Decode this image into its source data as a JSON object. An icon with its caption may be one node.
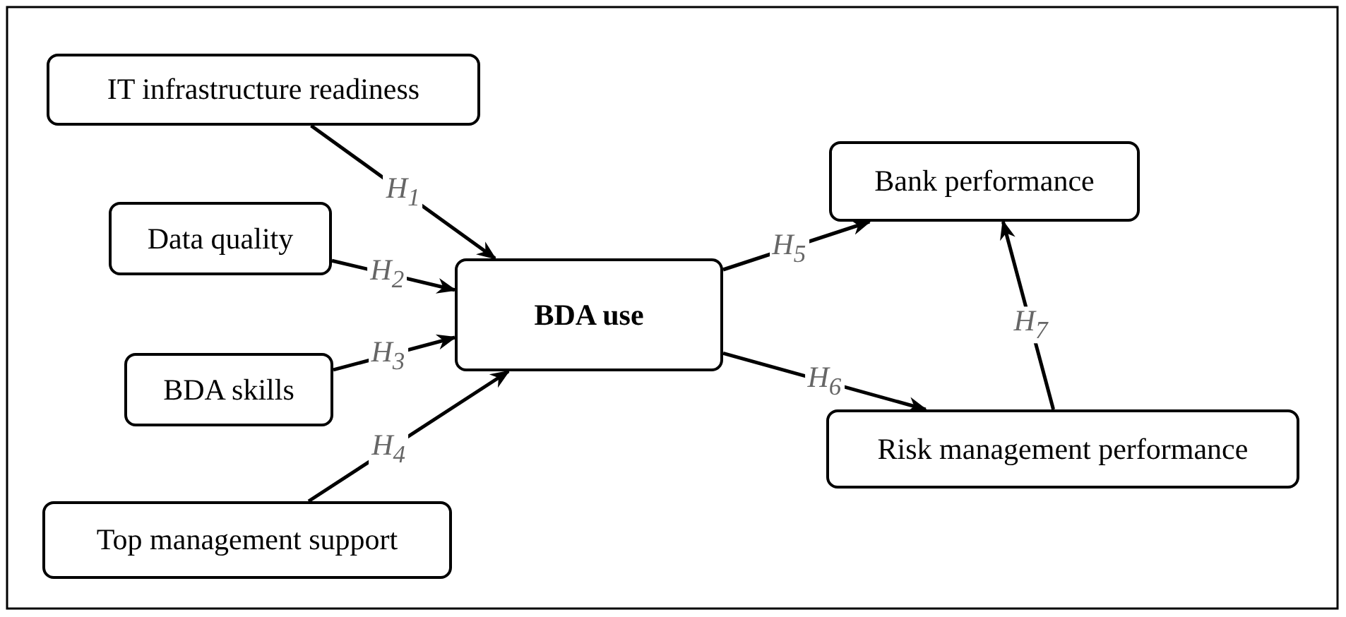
{
  "diagram": {
    "nodes": [
      {
        "text": [
          "IT infrastructure readiness"
        ]
      },
      {
        "text": [
          "Data quality"
        ]
      },
      {
        "text": [
          "BDA skills"
        ]
      },
      {
        "text": [
          "Top management support"
        ]
      },
      {
        "text": [
          "BDA use"
        ]
      },
      {
        "text": [
          "Bank performance"
        ]
      },
      {
        "text": [
          "Risk management performance"
        ]
      }
    ],
    "edges": [
      {
        "from": 0,
        "to": 4,
        "arrow": "to",
        "label": "H$_{1}$"
      },
      {
        "from": 1,
        "to": 4,
        "arrow": "to",
        "label": "H$_{2}$"
      },
      {
        "from": 2,
        "to": 4,
        "arrow": "to",
        "label": "H$_{3}$"
      },
      {
        "from": 3,
        "to": 4,
        "arrow": "to",
        "label": "H$_{4}$"
      },
      {
        "from": 4,
        "to": 5,
        "arrow": "to",
        "label": "H$_{5}$"
      },
      {
        "from": 4,
        "to": 6,
        "arrow": "to",
        "label": "H$_{6}$"
      },
      {
        "from": 6,
        "to": 5,
        "arrow": "to",
        "label": "H$_{7}$"
      }
    ]
  }
}
